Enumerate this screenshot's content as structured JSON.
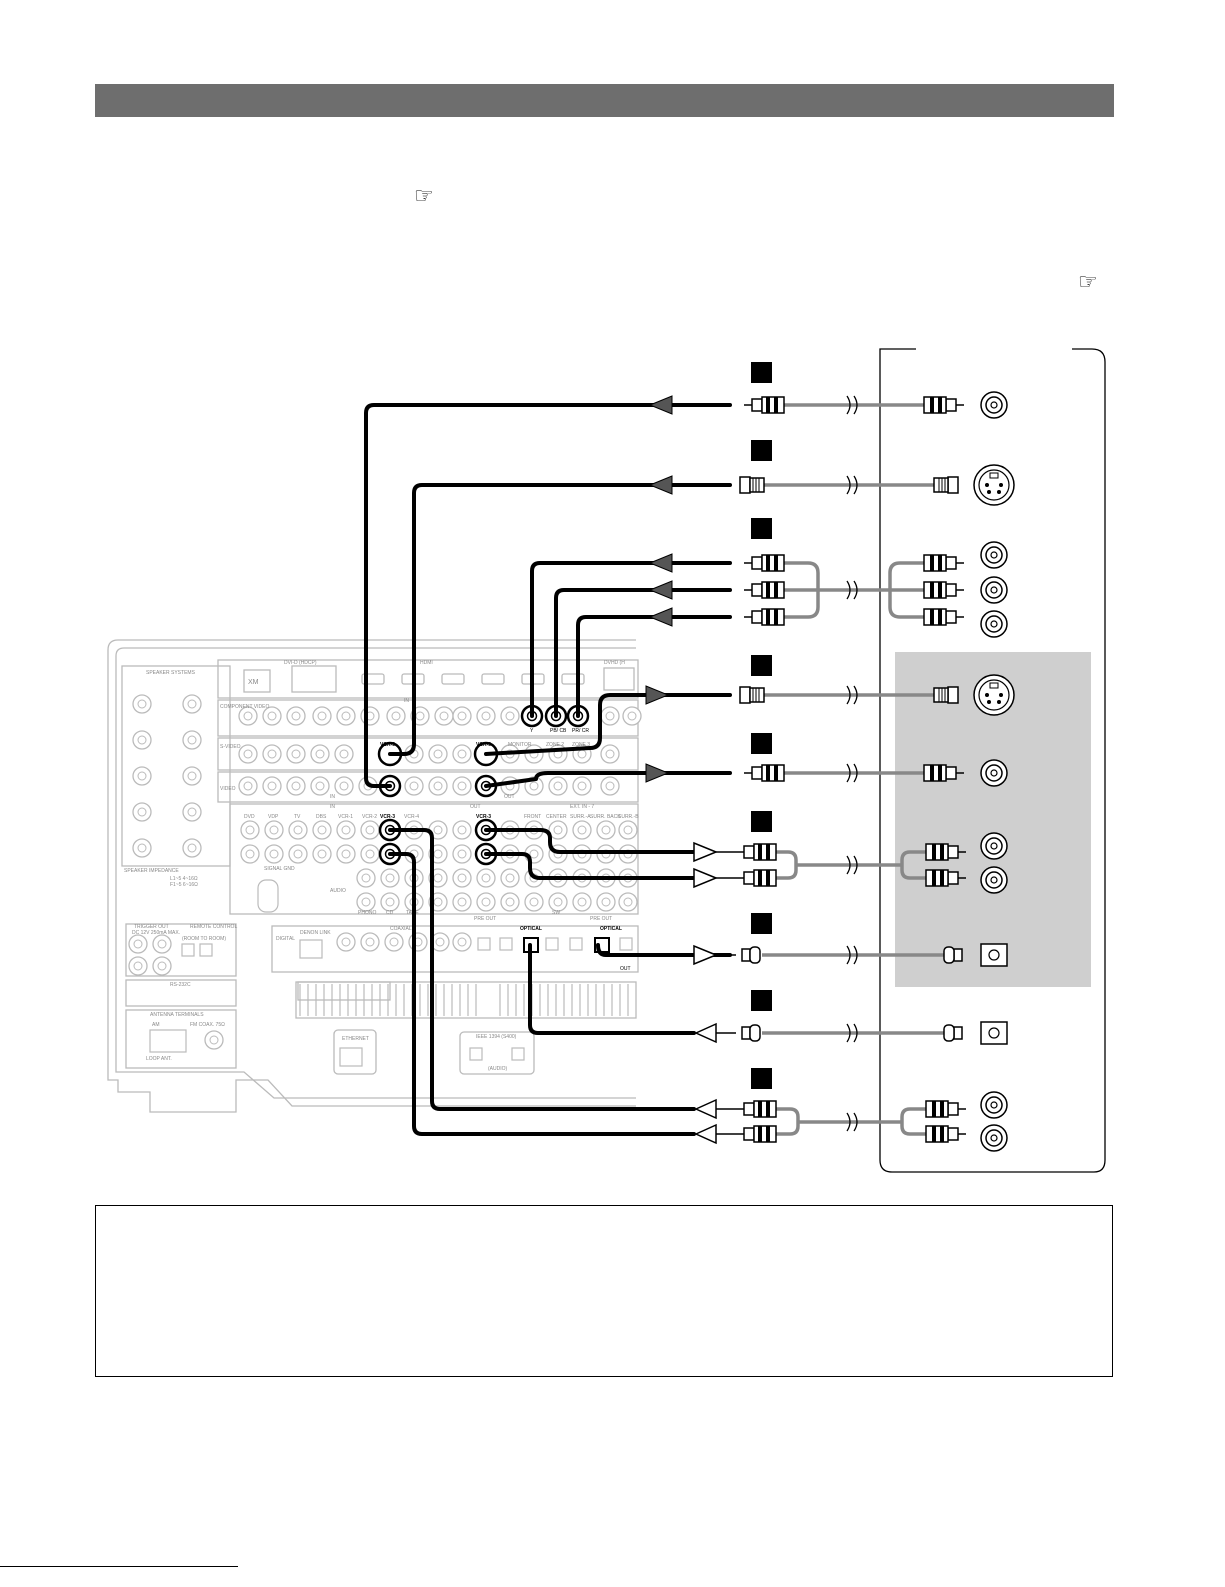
{
  "section_header": {
    "title": ""
  },
  "reference_icons": [
    "pointing-hand-icon",
    "pointing-hand-icon"
  ],
  "receiver_panel": {
    "labels": {
      "xm": "XM",
      "dvi": "DVI-D (HDCP)",
      "hdmi": "HDMI",
      "dvhd": "DVHD (H",
      "speaker_systems": "SPEAKER SYSTEMS",
      "speaker_impedance": "SPEAKER IMPEDANCE",
      "imp_a": "L1~5  4~16Ω",
      "imp_b": "F1~5  6~16Ω",
      "component_video": "COMPONENT VIDEO",
      "s_video": "S-VIDEO",
      "video": "VIDEO",
      "in": "IN",
      "out": "OUT",
      "audio": "AUDIO",
      "signal_gnd": "SIGNAL GND",
      "ext_in": "EXT. IN - 7",
      "pre_out": "PRE OUT",
      "digital": "DIGITAL",
      "denon_link": "DENON LINK",
      "optical": "OPTICAL",
      "coaxial": "COAXIAL",
      "trigger_out": "TRIGGER OUT",
      "trigger_spec": "DC 12V 250mA MAX.",
      "remote_control": "REMOTE CONTROL",
      "room_to_room": "(ROOM TO ROOM)",
      "rs232c": "RS-232C",
      "antenna_terminals": "ANTENNA TERMINALS",
      "am": "AM",
      "fm": "FM COAX. 75Ω",
      "loop_ant": "LOOP ANT.",
      "ethernet": "ETHERNET",
      "ieee1394": "IEEE 1394 (S400)",
      "ieee_audio": "(AUDIO)",
      "vcr3": "VCR-3",
      "y": "Y",
      "pb": "PB/ CB",
      "pr": "PR/ CR",
      "monitor": "MONITOR",
      "zone2": "ZONE 2",
      "zone3": "ZONE 3",
      "front": "FRONT",
      "center": "CENTER",
      "surr_a": "SURR.-A",
      "surr_back": "SURR. BACK",
      "surr_b": "SURR.-B",
      "phono": "PHONO",
      "cd": "CD",
      "tape": "TAPE",
      "sw": "SW",
      "dvd": "DVD",
      "vdp": "VDP",
      "tv": "TV",
      "dbs": "DBS",
      "vcr1": "VCR-1",
      "vcr2": "VCR-2",
      "vcr4": "VCR-4"
    }
  },
  "colors": {
    "header_bar": "#6e6e6e",
    "panel_line": "#bbbbbb",
    "cable": "#888888",
    "shade": "#cfcfcf"
  }
}
